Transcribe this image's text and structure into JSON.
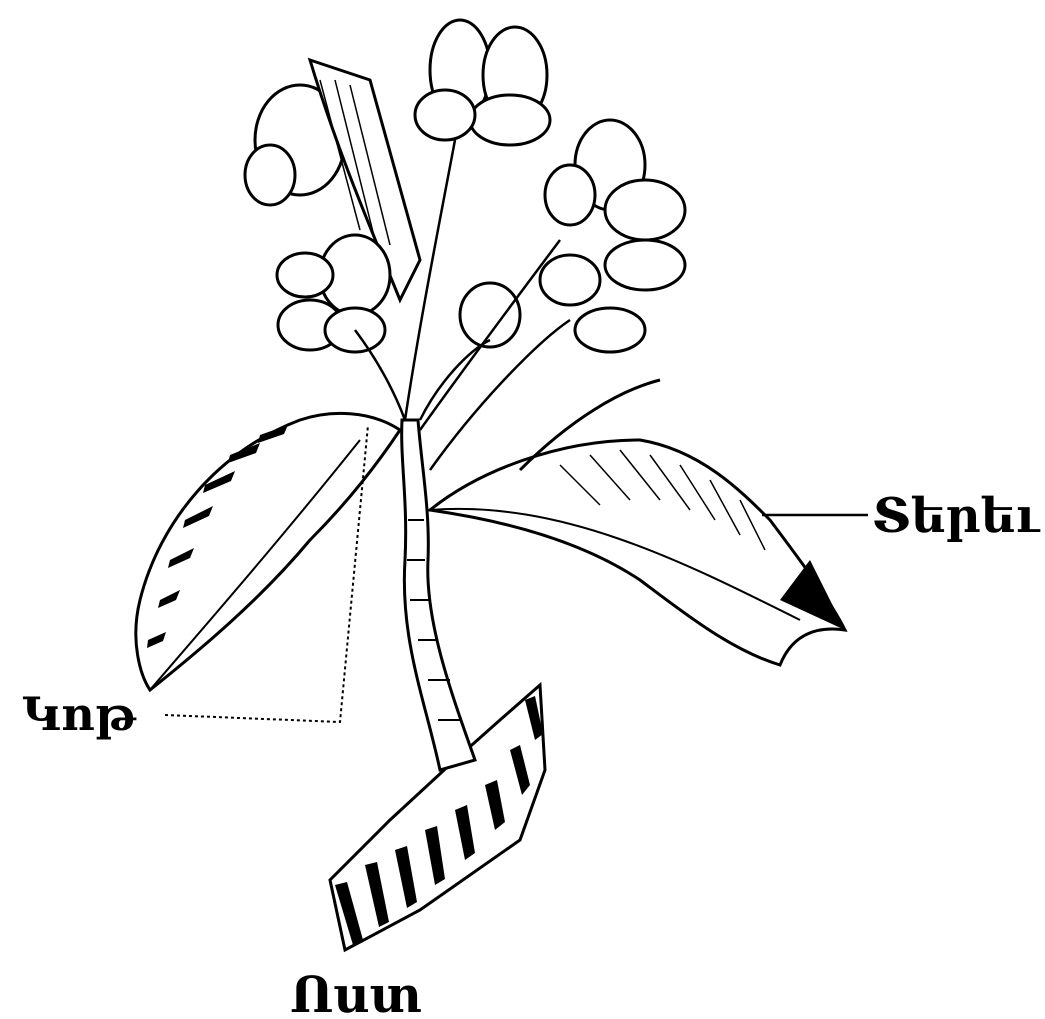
{
  "labels": {
    "leaf": "Տերեւ",
    "stalk": "Կոթ",
    "branch": "Ոստ"
  },
  "colors": {
    "ink": "#000000",
    "paper": "#ffffff"
  }
}
